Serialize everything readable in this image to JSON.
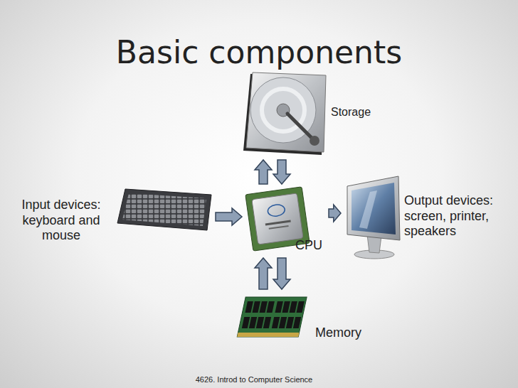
{
  "diagram": {
    "title": "Basic components",
    "nodes": [
      {
        "text": [
          "Storage"
        ]
      },
      {
        "text": [
          "Input devices: keyboard and mouse"
        ]
      },
      {
        "text": [
          "CPU"
        ]
      },
      {
        "text": [
          "Output devices: screen, printer, speakers"
        ]
      },
      {
        "text": [
          "Memory"
        ]
      }
    ],
    "edges": [
      {
        "from": 1,
        "to": 2,
        "arrow": "to"
      },
      {
        "from": 2,
        "to": 3,
        "arrow": "to"
      },
      {
        "from": 2,
        "to": 0,
        "arrow": "to"
      },
      {
        "from": 0,
        "to": 2,
        "arrow": "to"
      },
      {
        "from": 4,
        "to": 2,
        "arrow": "to"
      },
      {
        "from": 2,
        "to": 4,
        "arrow": "to"
      }
    ],
    "labels": [
      "4626. Introd to Computer Science"
    ]
  }
}
